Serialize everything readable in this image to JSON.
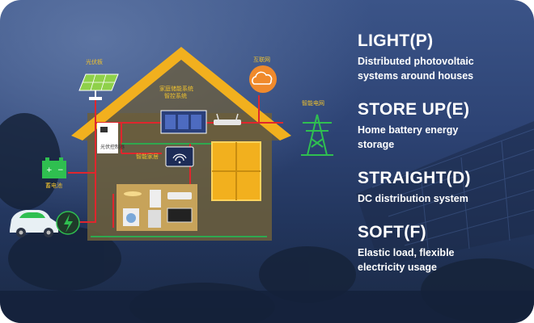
{
  "diagram": {
    "labels": {
      "photovoltaic": "光伏板",
      "internet": "互联网",
      "smart_grid": "智能电网",
      "storage_system": "家庭储能系统",
      "control_system": "智控系统",
      "pv_controller": "光伏控制器",
      "smart_home": "智能家居",
      "battery": "蓄电池"
    },
    "colors": {
      "roof": "#f2b01e",
      "wall": "#6b5e3c",
      "wire_red": "#e0262d",
      "wire_green": "#2fa84f",
      "icon_green": "#2fbf50",
      "cloud_orange": "#f08a2c"
    }
  },
  "features": [
    {
      "title": "LIGHT(P)",
      "desc_lines": [
        "Distributed photovoltaic",
        "systems around houses"
      ]
    },
    {
      "title": "STORE UP(E)",
      "desc_lines": [
        "Home battery energy",
        "storage"
      ]
    },
    {
      "title": "STRAIGHT(D)",
      "desc_lines": [
        "DC distribution system"
      ]
    },
    {
      "title": "SOFT(F)",
      "desc_lines": [
        "Elastic load, flexible",
        "electricity usage"
      ]
    }
  ]
}
